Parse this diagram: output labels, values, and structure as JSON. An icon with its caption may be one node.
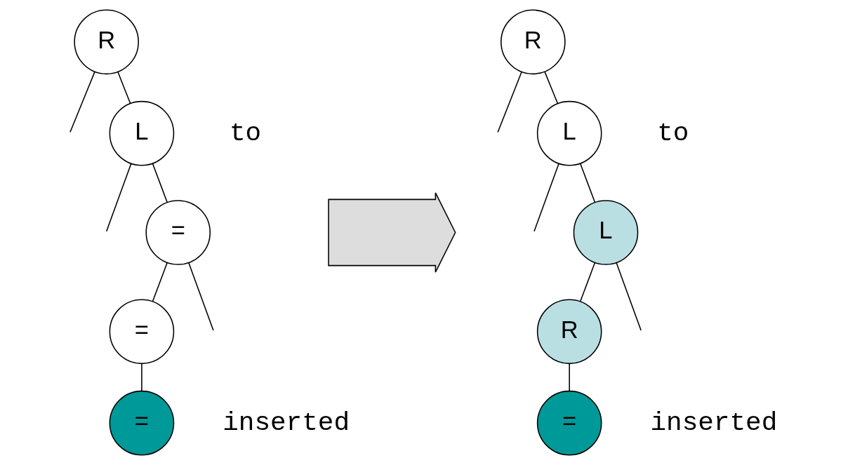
{
  "diagram": {
    "nodes": [
      {
        "text": [
          "R"
        ]
      },
      {
        "text": [
          "L"
        ],
        "beside": [
          "to"
        ]
      },
      {
        "text": [
          "="
        ]
      },
      {
        "text": [
          "="
        ]
      },
      {
        "text": [
          "="
        ],
        "beside": [
          "inserted"
        ]
      },
      {
        "text": [],
        "shape": "arrow"
      },
      {
        "text": [
          "R"
        ]
      },
      {
        "text": [
          "L"
        ],
        "beside": [
          "to"
        ]
      },
      {
        "text": [
          "L"
        ]
      },
      {
        "text": [
          "R"
        ]
      },
      {
        "text": [
          "="
        ],
        "beside": [
          "inserted"
        ]
      }
    ],
    "edges": [
      {
        "from": 0,
        "to": null,
        "arrow": "none"
      },
      {
        "from": 0,
        "to": 1,
        "arrow": "none"
      },
      {
        "from": 1,
        "to": 2,
        "arrow": "none"
      },
      {
        "from": 1,
        "to": null,
        "arrow": "none"
      },
      {
        "from": 2,
        "to": 3,
        "arrow": "none"
      },
      {
        "from": 2,
        "to": null,
        "arrow": "none"
      },
      {
        "from": 3,
        "to": 4,
        "arrow": "none"
      },
      {
        "from": 6,
        "to": null,
        "arrow": "none"
      },
      {
        "from": 6,
        "to": 7,
        "arrow": "none"
      },
      {
        "from": 7,
        "to": 8,
        "arrow": "none"
      },
      {
        "from": 7,
        "to": null,
        "arrow": "none"
      },
      {
        "from": 8,
        "to": 9,
        "arrow": "none"
      },
      {
        "from": 8,
        "to": null,
        "arrow": "none"
      },
      {
        "from": 9,
        "to": 10,
        "arrow": "none"
      }
    ]
  }
}
